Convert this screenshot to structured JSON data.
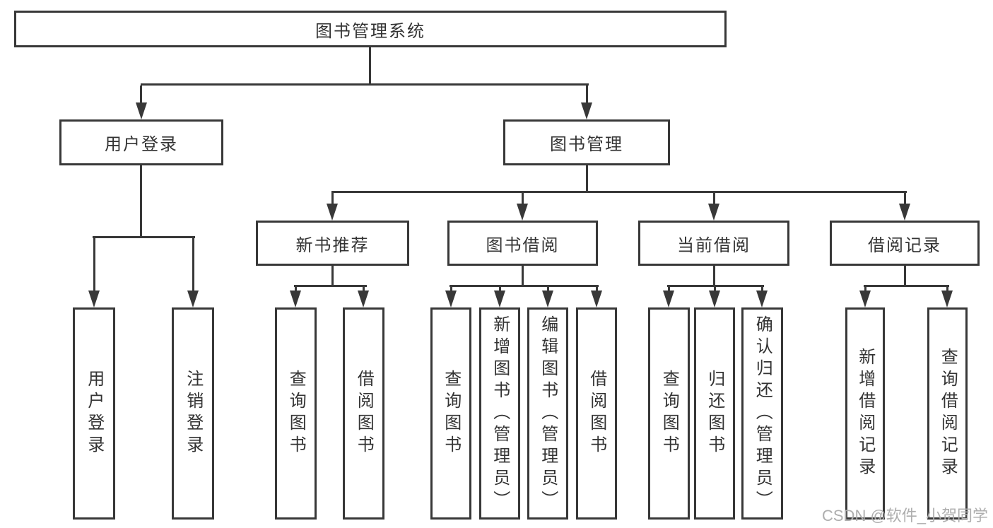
{
  "watermark": "CSDN @软件_小贺同学",
  "colors": {
    "line": "#383838",
    "box_border": "#383838",
    "text": "#333333",
    "watermark": "#aeaeae",
    "background": "#ffffff"
  },
  "tree": {
    "label": "图书管理系统",
    "children": [
      {
        "label": "用户登录",
        "children": [
          {
            "label": "用户登录"
          },
          {
            "label": "注销登录"
          }
        ]
      },
      {
        "label": "图书管理",
        "children": [
          {
            "label": "新书推荐",
            "children": [
              {
                "label": "查询图书"
              },
              {
                "label": "借阅图书"
              }
            ]
          },
          {
            "label": "图书借阅",
            "children": [
              {
                "label": "查询图书"
              },
              {
                "label": "新增图书（管理员）"
              },
              {
                "label": "编辑图书（管理员）"
              },
              {
                "label": "借阅图书"
              }
            ]
          },
          {
            "label": "当前借阅",
            "children": [
              {
                "label": "查询图书"
              },
              {
                "label": "归还图书"
              },
              {
                "label": "确认归还（管理员）"
              }
            ]
          },
          {
            "label": "借阅记录",
            "children": [
              {
                "label": "新增借阅记录"
              },
              {
                "label": "查询借阅记录"
              }
            ]
          }
        ]
      }
    ]
  }
}
